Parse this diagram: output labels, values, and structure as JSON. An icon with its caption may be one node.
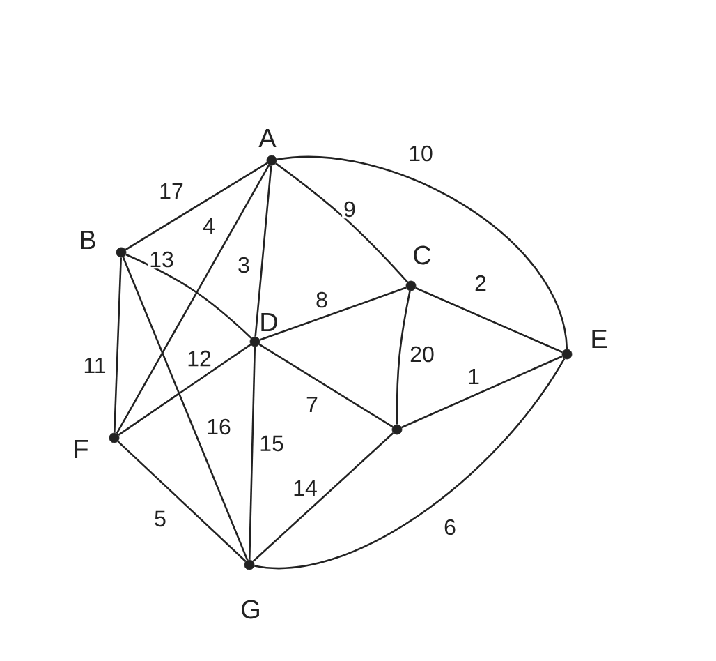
{
  "diagram": {
    "nodes": [
      {
        "text": [],
        "shape": "circle",
        "beside": [
          "A"
        ]
      },
      {
        "text": [],
        "shape": "circle",
        "beside": [
          "B"
        ]
      },
      {
        "text": [],
        "shape": "circle",
        "beside": [
          "C"
        ]
      },
      {
        "text": [],
        "shape": "circle",
        "beside": [
          "D"
        ]
      },
      {
        "text": [],
        "shape": "circle",
        "beside": [
          "E"
        ]
      },
      {
        "text": [],
        "shape": "circle",
        "beside": [
          "F"
        ]
      },
      {
        "text": [],
        "shape": "circle",
        "beside": [
          "G"
        ]
      },
      {
        "text": [],
        "shape": "circle"
      }
    ],
    "edges": [
      {
        "from": 0,
        "to": 1,
        "arrow": "none",
        "label": "17"
      },
      {
        "from": 0,
        "to": 5,
        "arrow": "none",
        "label": "4"
      },
      {
        "from": 0,
        "to": 3,
        "arrow": "none",
        "label": "3"
      },
      {
        "from": 0,
        "to": 2,
        "arrow": "none",
        "label": "9"
      },
      {
        "from": 0,
        "to": 4,
        "arrow": "none",
        "label": "10"
      },
      {
        "from": 1,
        "to": 3,
        "arrow": "none",
        "label": "13"
      },
      {
        "from": 1,
        "to": 5,
        "arrow": "none",
        "label": "11"
      },
      {
        "from": 1,
        "to": 6,
        "arrow": "none",
        "label": "16"
      },
      {
        "from": 2,
        "to": 3,
        "arrow": "none",
        "label": "8"
      },
      {
        "from": 2,
        "to": 4,
        "arrow": "none",
        "label": "2"
      },
      {
        "from": 2,
        "to": 7,
        "arrow": "none",
        "label": "20"
      },
      {
        "from": 3,
        "to": 5,
        "arrow": "none",
        "label": "12"
      },
      {
        "from": 3,
        "to": 7,
        "arrow": "none",
        "label": "7"
      },
      {
        "from": 3,
        "to": 6,
        "arrow": "none",
        "label": "15"
      },
      {
        "from": 7,
        "to": 4,
        "arrow": "none",
        "label": "1"
      },
      {
        "from": 7,
        "to": 6,
        "arrow": "none",
        "label": "14"
      },
      {
        "from": 5,
        "to": 6,
        "arrow": "none",
        "label": "5"
      },
      {
        "from": 6,
        "to": 4,
        "arrow": "none",
        "label": "6"
      }
    ]
  }
}
